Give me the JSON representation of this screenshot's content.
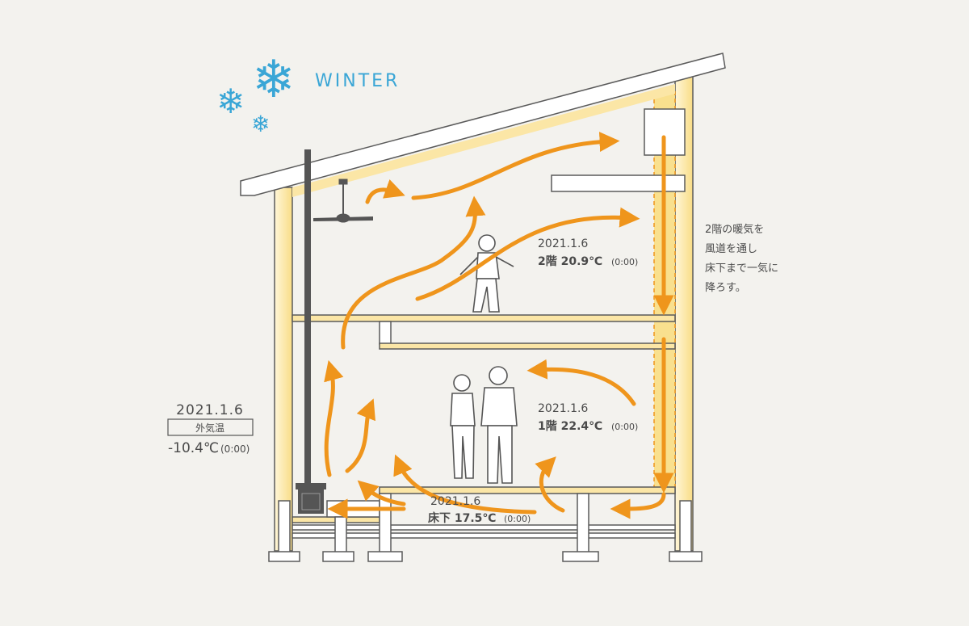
{
  "season": {
    "label": "WINTER",
    "icon": "snowflake-icon",
    "color": "#3aa6d6"
  },
  "outdoor": {
    "date": "2021.1.6",
    "label": "外気温",
    "temperature": "-10.4℃",
    "time": "(0:00)"
  },
  "second_floor": {
    "date": "2021.1.6",
    "label": "2階 20.9℃",
    "time": "(0:00)"
  },
  "first_floor": {
    "date": "2021.1.6",
    "label": "1階 22.4℃",
    "time": "(0:00)"
  },
  "underfloor": {
    "date": "2021.1.6",
    "label": "床下 17.5℃",
    "time": "(0:00)"
  },
  "note": {
    "lines": [
      "2階の暖気を",
      "風道を通し",
      "床下まで一気に",
      "降ろす。"
    ]
  },
  "colors": {
    "airflow": "#ef951c",
    "wood": "#fbe6a6",
    "background": "#f3f2ee"
  }
}
